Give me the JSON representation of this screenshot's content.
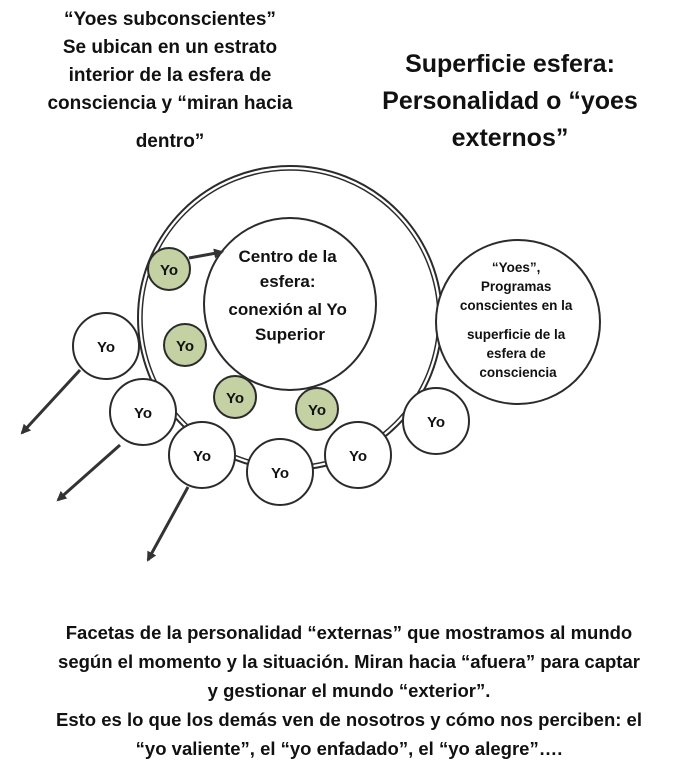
{
  "subconscious_note": {
    "lines": [
      "“Yoes subconscientes”",
      "Se ubican en un estrato",
      "interior de la esfera de",
      "consciencia y “miran hacia",
      "dentro”"
    ]
  },
  "surface_note": {
    "lines": [
      "Superficie esfera:",
      "Personalidad o “yoes",
      "externos”"
    ]
  },
  "center_label": {
    "lines": [
      "Centro de la",
      "esfera:",
      "conexión al Yo",
      "Superior"
    ]
  },
  "programs_label": {
    "lines": [
      "“Yoes”,",
      "Programas",
      "conscientes en la",
      "superficie de la",
      "esfera de",
      "consciencia"
    ]
  },
  "inner_yo_label": "Yo",
  "outer_yo_label": "Yo",
  "bottom_caption": {
    "lines": [
      "Facetas de la personalidad “externas” que mostramos al mundo",
      "según el momento y la situación. Miran hacia “afuera” para captar",
      "y gestionar el mundo “exterior”.",
      "Esto es lo que los demás ven de nosotros y cómo nos perciben: el",
      "“yo valiente”, el “yo enfadado”, el “yo alegre”…."
    ]
  },
  "colors": {
    "inner_yo_fill": "#c4d1a2",
    "circle_stroke": "#2b2b2b",
    "arrow": "#333333"
  }
}
